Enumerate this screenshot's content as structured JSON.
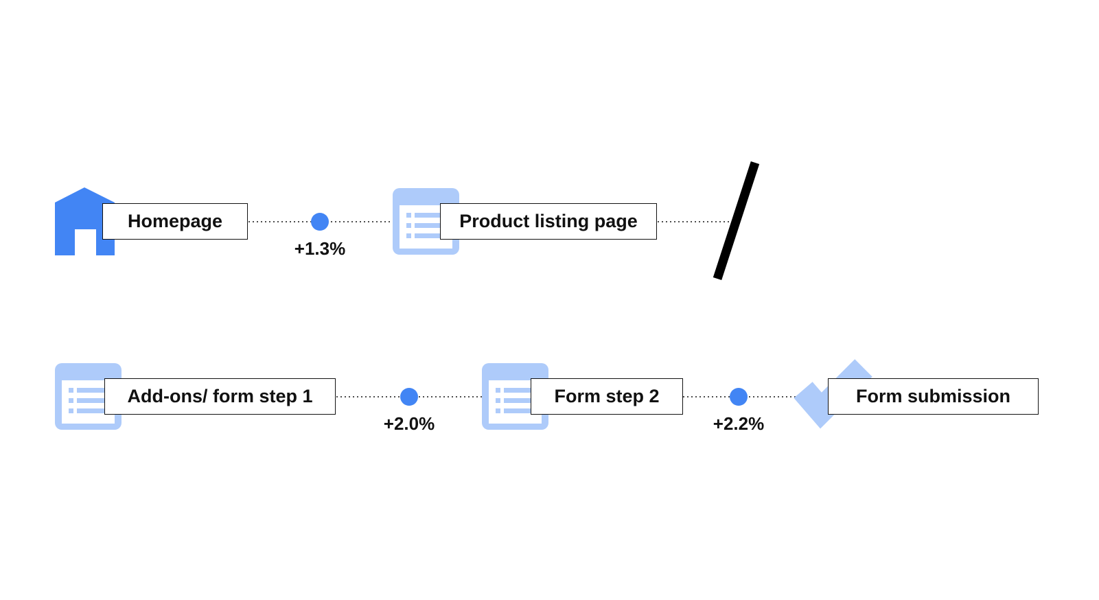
{
  "colors": {
    "accent": "#4285f4",
    "accent_light": "#aecbfa",
    "line": "#111111",
    "background": "#ffffff"
  },
  "row1": {
    "steps": [
      {
        "label": "Homepage",
        "icon": "home-icon"
      },
      {
        "label": "Product listing page",
        "icon": "list-page-icon"
      }
    ],
    "uplifts": [
      {
        "value": "+1.3%"
      }
    ],
    "break_marker": "slash-break-icon"
  },
  "row2": {
    "steps": [
      {
        "label": "Add-ons/ form step 1",
        "icon": "list-page-icon"
      },
      {
        "label": "Form step 2",
        "icon": "list-page-icon"
      },
      {
        "label": "Form submission",
        "icon": "checkmark-icon"
      }
    ],
    "uplifts": [
      {
        "value": "+2.0%"
      },
      {
        "value": "+2.2%"
      }
    ]
  }
}
